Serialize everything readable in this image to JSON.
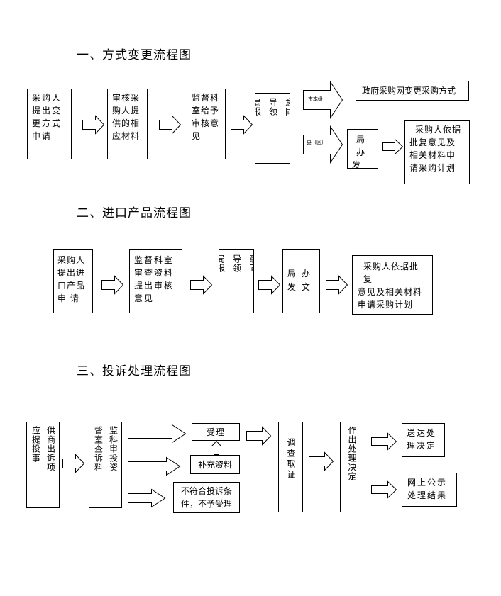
{
  "section1": {
    "title": "一、方式变更流程图",
    "box1": [
      "采购人",
      "提出变",
      "更方式",
      "申请"
    ],
    "box2": [
      "审核采",
      "购人提",
      "供的相",
      "应材料"
    ],
    "box3": [
      "监督科",
      "室给予",
      "审核意",
      "见"
    ],
    "box4": [
      "局报",
      "导领",
      "意同"
    ],
    "branch_city": "市本级",
    "branch_county": "县（区）",
    "city_result": "政府采购网变更采购方式",
    "bureau_doc": [
      "局办",
      "发文"
    ],
    "final": [
      "采购人依据",
      "批复意见及",
      "相关材料申",
      "请采购计划"
    ]
  },
  "section2": {
    "title": "二、进口产品流程图",
    "box1": [
      "采购人",
      "提出进",
      "口产品",
      "申 请"
    ],
    "box2": [
      "监督科室",
      "审查资料",
      "提出审核",
      "意见"
    ],
    "box3": [
      "局报",
      "导领",
      "意同"
    ],
    "box4": "局 办 发 文",
    "final": [
      "采购人依据批复",
      "意见及相关材料",
      "申请采购计划"
    ]
  },
  "section3": {
    "title": "三、投诉处理流程图",
    "col1": [
      "应提投事",
      "供商出诉项"
    ],
    "col2": [
      "督室查诉料",
      "监科审投资"
    ],
    "accept": "受理",
    "supplement": "补充资料",
    "reject": [
      "不符合投诉条",
      "件，不予受理"
    ],
    "investigate": "调查取证",
    "decision": "作出处理决定",
    "deliver": [
      "送达处",
      "理决定"
    ],
    "publish": [
      "网上公示",
      "处理结果"
    ]
  }
}
